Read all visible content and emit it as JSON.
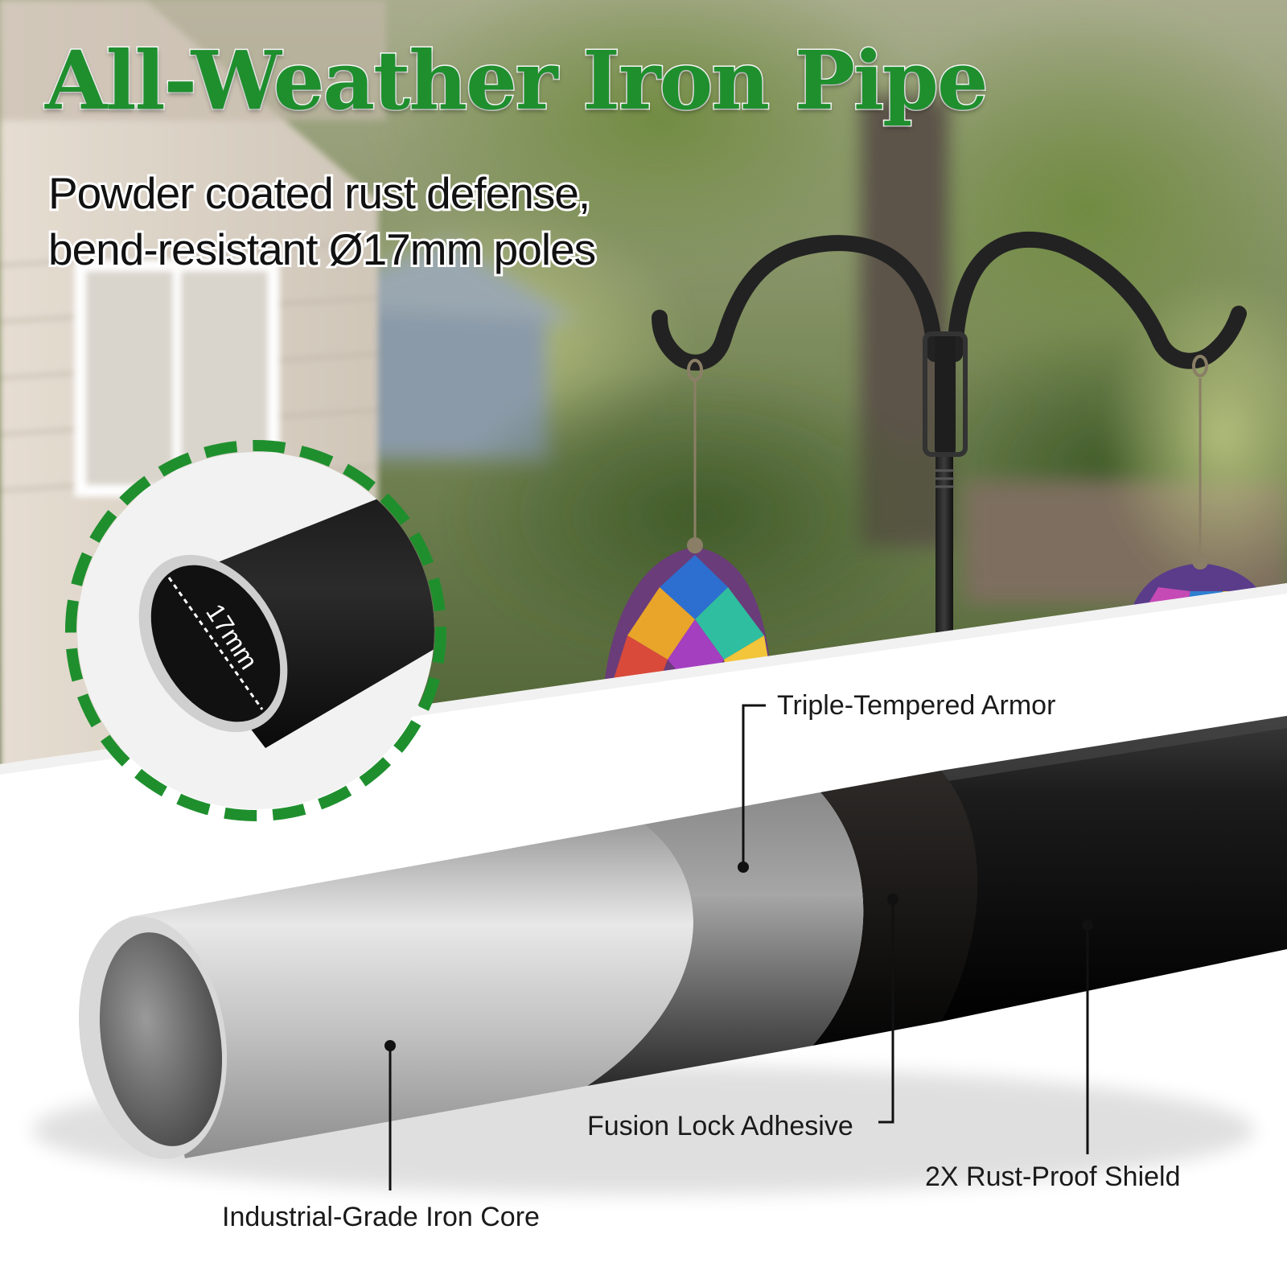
{
  "headline": "All-Weather Iron Pipe",
  "subheadline": {
    "line1": "Powder coated rust defense,",
    "line2": "bend-resistant Ø17mm poles"
  },
  "inset": {
    "diameter_label": "17mm",
    "ring_color": "#1f8f2e"
  },
  "layers": {
    "armor": "Triple-Tempered Armor",
    "adhesive": "Fusion Lock Adhesive",
    "shield": "2X Rust-Proof Shield",
    "core": "Industrial-Grade Iron Core"
  },
  "colors": {
    "headline_green": "#1f8f2e",
    "pipe_black": "#151515",
    "core_silver": "#c9c9c9"
  }
}
